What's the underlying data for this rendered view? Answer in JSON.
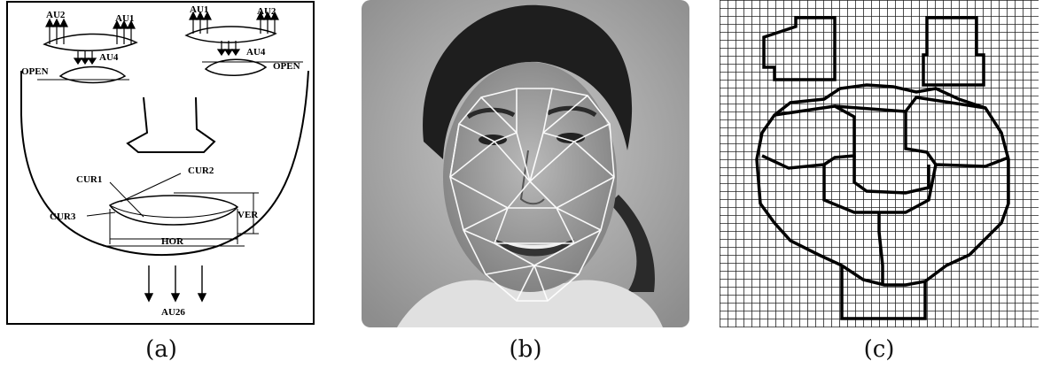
{
  "figure": {
    "panels": [
      {
        "caption": "(a)",
        "labels": {
          "au2_left": "AU2",
          "au1_left": "AU1",
          "au1_right": "AU1",
          "au2_right": "AU2",
          "au4_left": "AU4",
          "au4_right": "AU4",
          "open_left": "OPEN",
          "open_right": "OPEN",
          "cur1": "CUR1",
          "cur2": "CUR2",
          "cur3": "CUR3",
          "ver": "VER",
          "hor": "HOR",
          "au26": "AU26"
        }
      },
      {
        "caption": "(b)"
      },
      {
        "caption": "(c)"
      }
    ]
  }
}
